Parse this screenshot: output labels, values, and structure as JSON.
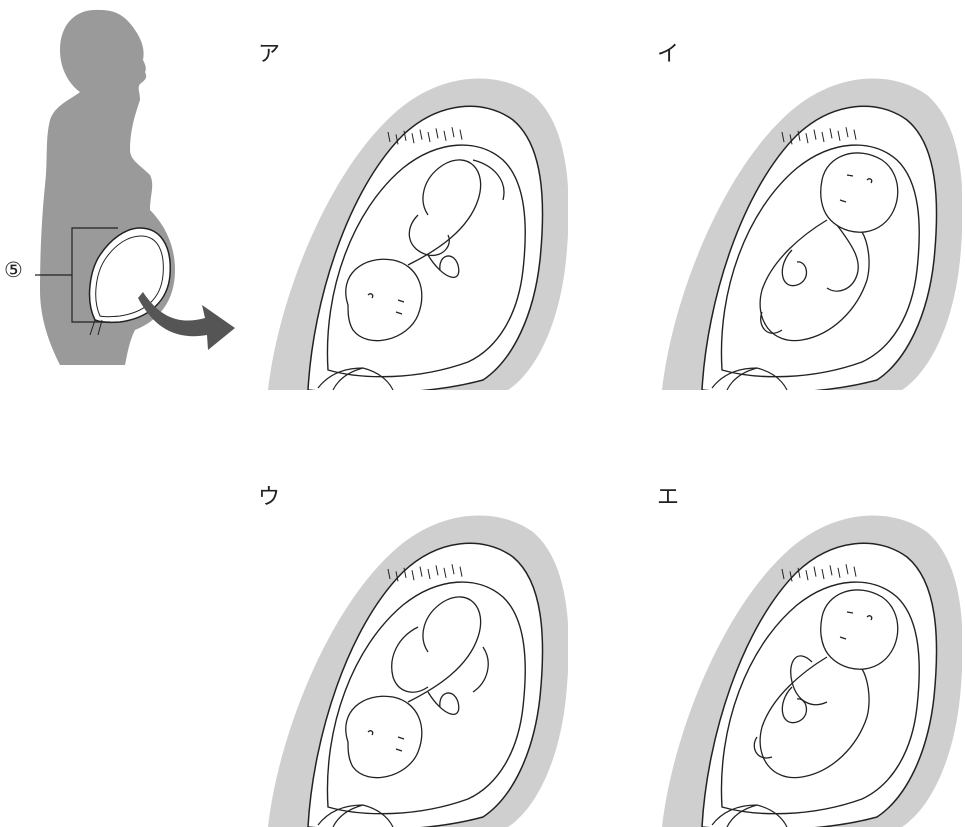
{
  "marker_label": "⑤",
  "panels": [
    {
      "label": "ア",
      "pose": "head-down-flexed"
    },
    {
      "label": "イ",
      "pose": "head-up-thumb-sucking"
    },
    {
      "label": "ウ",
      "pose": "head-down-looking-up"
    },
    {
      "label": "エ",
      "pose": "head-up-arms-crossed"
    }
  ],
  "colors": {
    "uterus_wall": "#cfcfcf",
    "silhouette": "#9a9a9a",
    "arrow": "#555555",
    "line": "#222222"
  }
}
